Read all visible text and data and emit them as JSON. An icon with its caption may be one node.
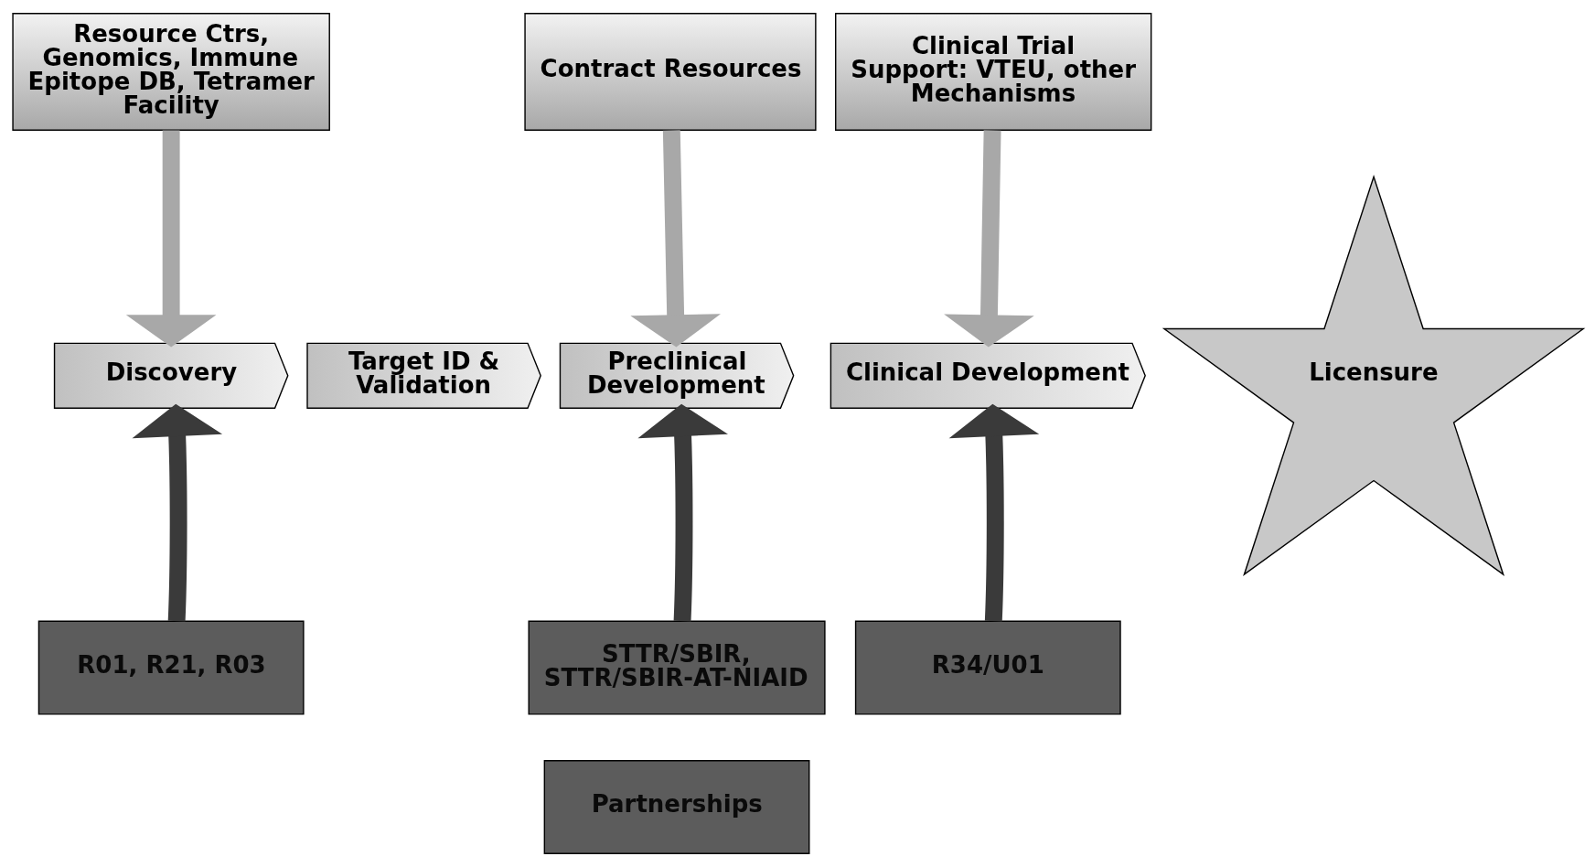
{
  "diagram": {
    "nodes": [
      {
        "text": [
          "Resource Ctrs, Genomics, Immune Epitope DB, Tetramer Facility"
        ]
      },
      {
        "text": [
          "Contract Resources"
        ]
      },
      {
        "text": [
          "Clinical Trial Support: VTEU, other Mechanisms"
        ]
      },
      {
        "text": [
          "Discovery"
        ]
      },
      {
        "text": [
          "Target ID & Validation"
        ]
      },
      {
        "text": [
          "Preclinical Development"
        ]
      },
      {
        "text": [
          "Clinical Development"
        ]
      },
      {
        "text": [
          "Licensure"
        ]
      },
      {
        "text": [
          "R01, R21, R03"
        ]
      },
      {
        "text": [
          "STTR/SBIR, STTR/SBIR-AT-NIAID"
        ]
      },
      {
        "text": [
          "Partnerships"
        ]
      },
      {
        "text": [
          "R34/U01"
        ]
      }
    ],
    "edges": [
      {
        "from": 0,
        "to": 3,
        "arrow": "to",
        "color": "#a8a8a8"
      },
      {
        "from": 1,
        "to": 5,
        "arrow": "to",
        "color": "#a8a8a8"
      },
      {
        "from": 2,
        "to": 6,
        "arrow": "to",
        "color": "#a8a8a8"
      },
      {
        "from": 8,
        "to": 3,
        "arrow": "to",
        "color": "#3a3a3a"
      },
      {
        "from": 9,
        "to": 5,
        "arrow": "to",
        "color": "#3a3a3a"
      },
      {
        "from": 11,
        "to": 6,
        "arrow": "to",
        "color": "#3a3a3a"
      }
    ]
  }
}
